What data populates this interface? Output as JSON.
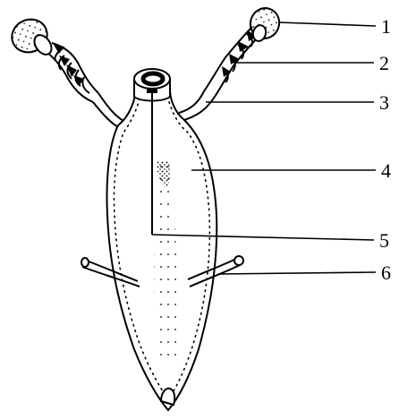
{
  "diagram": {
    "labels": [
      "1",
      "2",
      "3",
      "4",
      "5",
      "6"
    ],
    "colors": {
      "ink": "#000000",
      "paper": "#ffffff"
    }
  }
}
